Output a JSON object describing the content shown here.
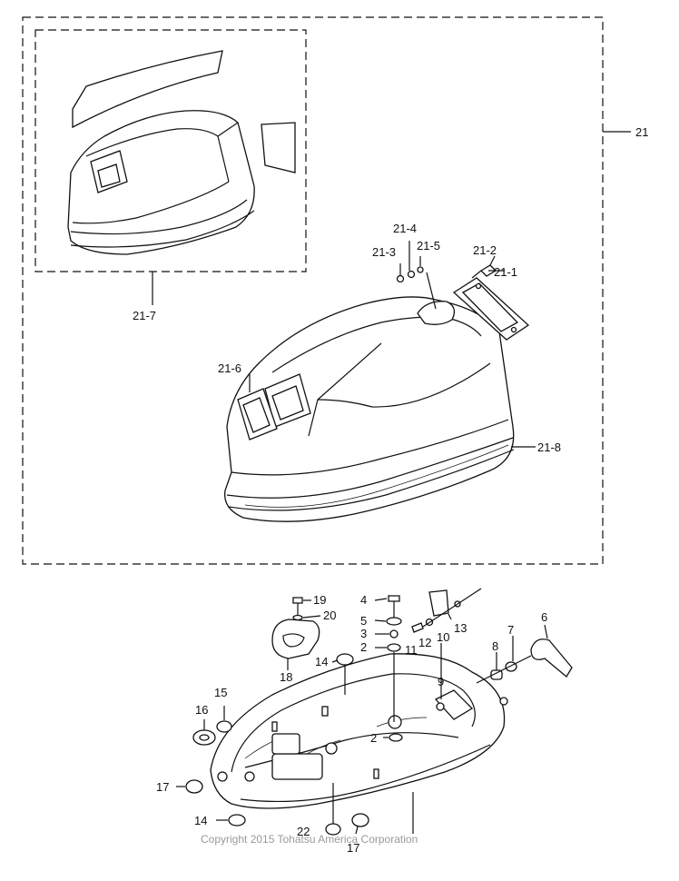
{
  "labels": {
    "l21": "21",
    "l21_1": "21-1",
    "l21_2": "21-2",
    "l21_3": "21-3",
    "l21_4": "21-4",
    "l21_5": "21-5",
    "l21_6": "21-6",
    "l21_7": "21-7",
    "l21_8": "21-8",
    "l2a": "2",
    "l2b": "2",
    "l3": "3",
    "l4": "4",
    "l5": "5",
    "l6": "6",
    "l7": "7",
    "l8": "8",
    "l9": "9",
    "l10": "10",
    "l11": "11",
    "l12": "12",
    "l13": "13",
    "l14a": "14",
    "l14b": "14",
    "l15": "15",
    "l16": "16",
    "l17a": "17",
    "l17b": "17",
    "l18": "18",
    "l19": "19",
    "l20": "20",
    "l22": "22"
  },
  "watermark": "Copyright 2015 Tohatsu America Corporation"
}
